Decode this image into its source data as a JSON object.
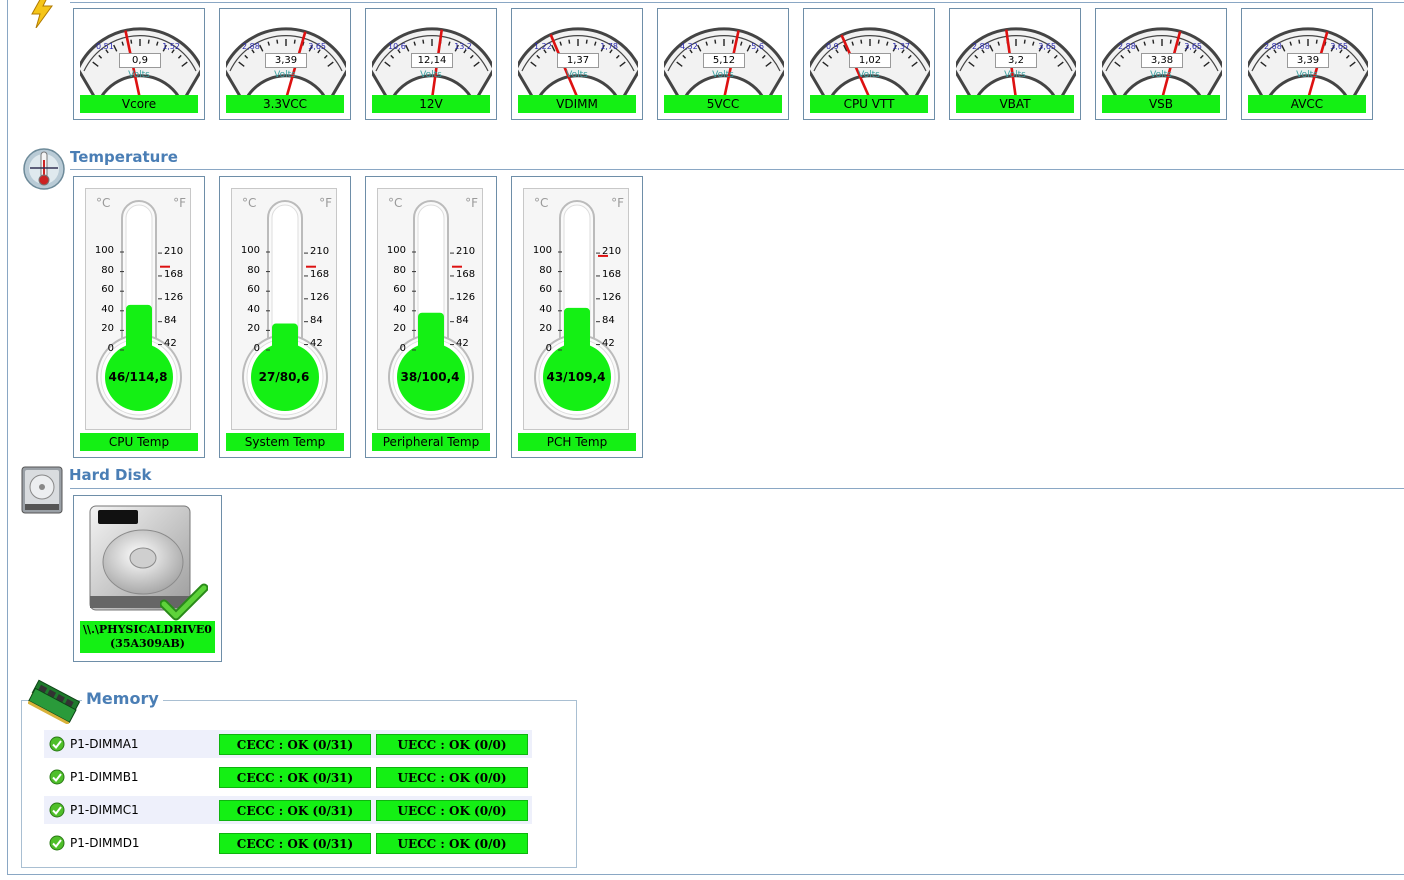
{
  "voltage": {
    "unit": "Volts",
    "gauges": [
      {
        "name": "Vcore",
        "value": "0,9",
        "min": "0,51",
        "max": "1,52",
        "needle": 0.38
      },
      {
        "name": "3.3VCC",
        "value": "3,39",
        "min": "2,88",
        "max": "3,65",
        "needle": 0.66
      },
      {
        "name": "12V",
        "value": "12,14",
        "min": "10,6",
        "max": "13,2",
        "needle": 0.58
      },
      {
        "name": "VDIMM",
        "value": "1,37",
        "min": "1,22",
        "max": "1,78",
        "needle": 0.27
      },
      {
        "name": "5VCC",
        "value": "5,12",
        "min": "4,32",
        "max": "5,6",
        "needle": 0.62
      },
      {
        "name": "CPU VTT",
        "value": "1,02",
        "min": "0,9",
        "max": "1,37",
        "needle": 0.26
      },
      {
        "name": "VBAT",
        "value": "3,2",
        "min": "2,88",
        "max": "3,65",
        "needle": 0.42
      },
      {
        "name": "VSB",
        "value": "3,38",
        "min": "2,88",
        "max": "3,65",
        "needle": 0.65
      },
      {
        "name": "AVCC",
        "value": "3,39",
        "min": "2,88",
        "max": "3,65",
        "needle": 0.66
      }
    ]
  },
  "temperature": {
    "title": "Temperature",
    "unit_c": "°C",
    "unit_f": "°F",
    "celsius_ticks": [
      "100",
      "80",
      "60",
      "40",
      "20",
      "0"
    ],
    "fahrenheit_ticks": [
      "210",
      "168",
      "126",
      "84",
      "42"
    ],
    "sensors": [
      {
        "name": "CPU Temp",
        "reading": "46/114,8",
        "celsius": 46,
        "limit_c": 85
      },
      {
        "name": "System Temp",
        "reading": "27/80,6",
        "celsius": 27,
        "limit_c": 85
      },
      {
        "name": "Peripheral Temp",
        "reading": "38/100,4",
        "celsius": 38,
        "limit_c": 85
      },
      {
        "name": "PCH Temp",
        "reading": "43/109,4",
        "celsius": 43,
        "limit_c": 96
      }
    ]
  },
  "hard_disk": {
    "title": "Hard Disk",
    "drive_name": "\\\\.\\PHYSICALDRIVE0",
    "drive_id": "(35A309AB)"
  },
  "memory": {
    "title": "Memory",
    "modules": [
      {
        "name": "P1-DIMMA1",
        "cecc": "CECC : OK (0/31)",
        "uecc": "UECC : OK (0/0)"
      },
      {
        "name": "P1-DIMMB1",
        "cecc": "CECC : OK (0/31)",
        "uecc": "UECC : OK (0/0)"
      },
      {
        "name": "P1-DIMMC1",
        "cecc": "CECC : OK (0/31)",
        "uecc": "UECC : OK (0/0)"
      },
      {
        "name": "P1-DIMMD1",
        "cecc": "CECC : OK (0/31)",
        "uecc": "UECC : OK (0/0)"
      }
    ]
  },
  "colors": {
    "status_ok": "#14f014",
    "section_title": "#4a7eb5",
    "needle": "#dd1111",
    "limit_marker": "#dd1111"
  }
}
